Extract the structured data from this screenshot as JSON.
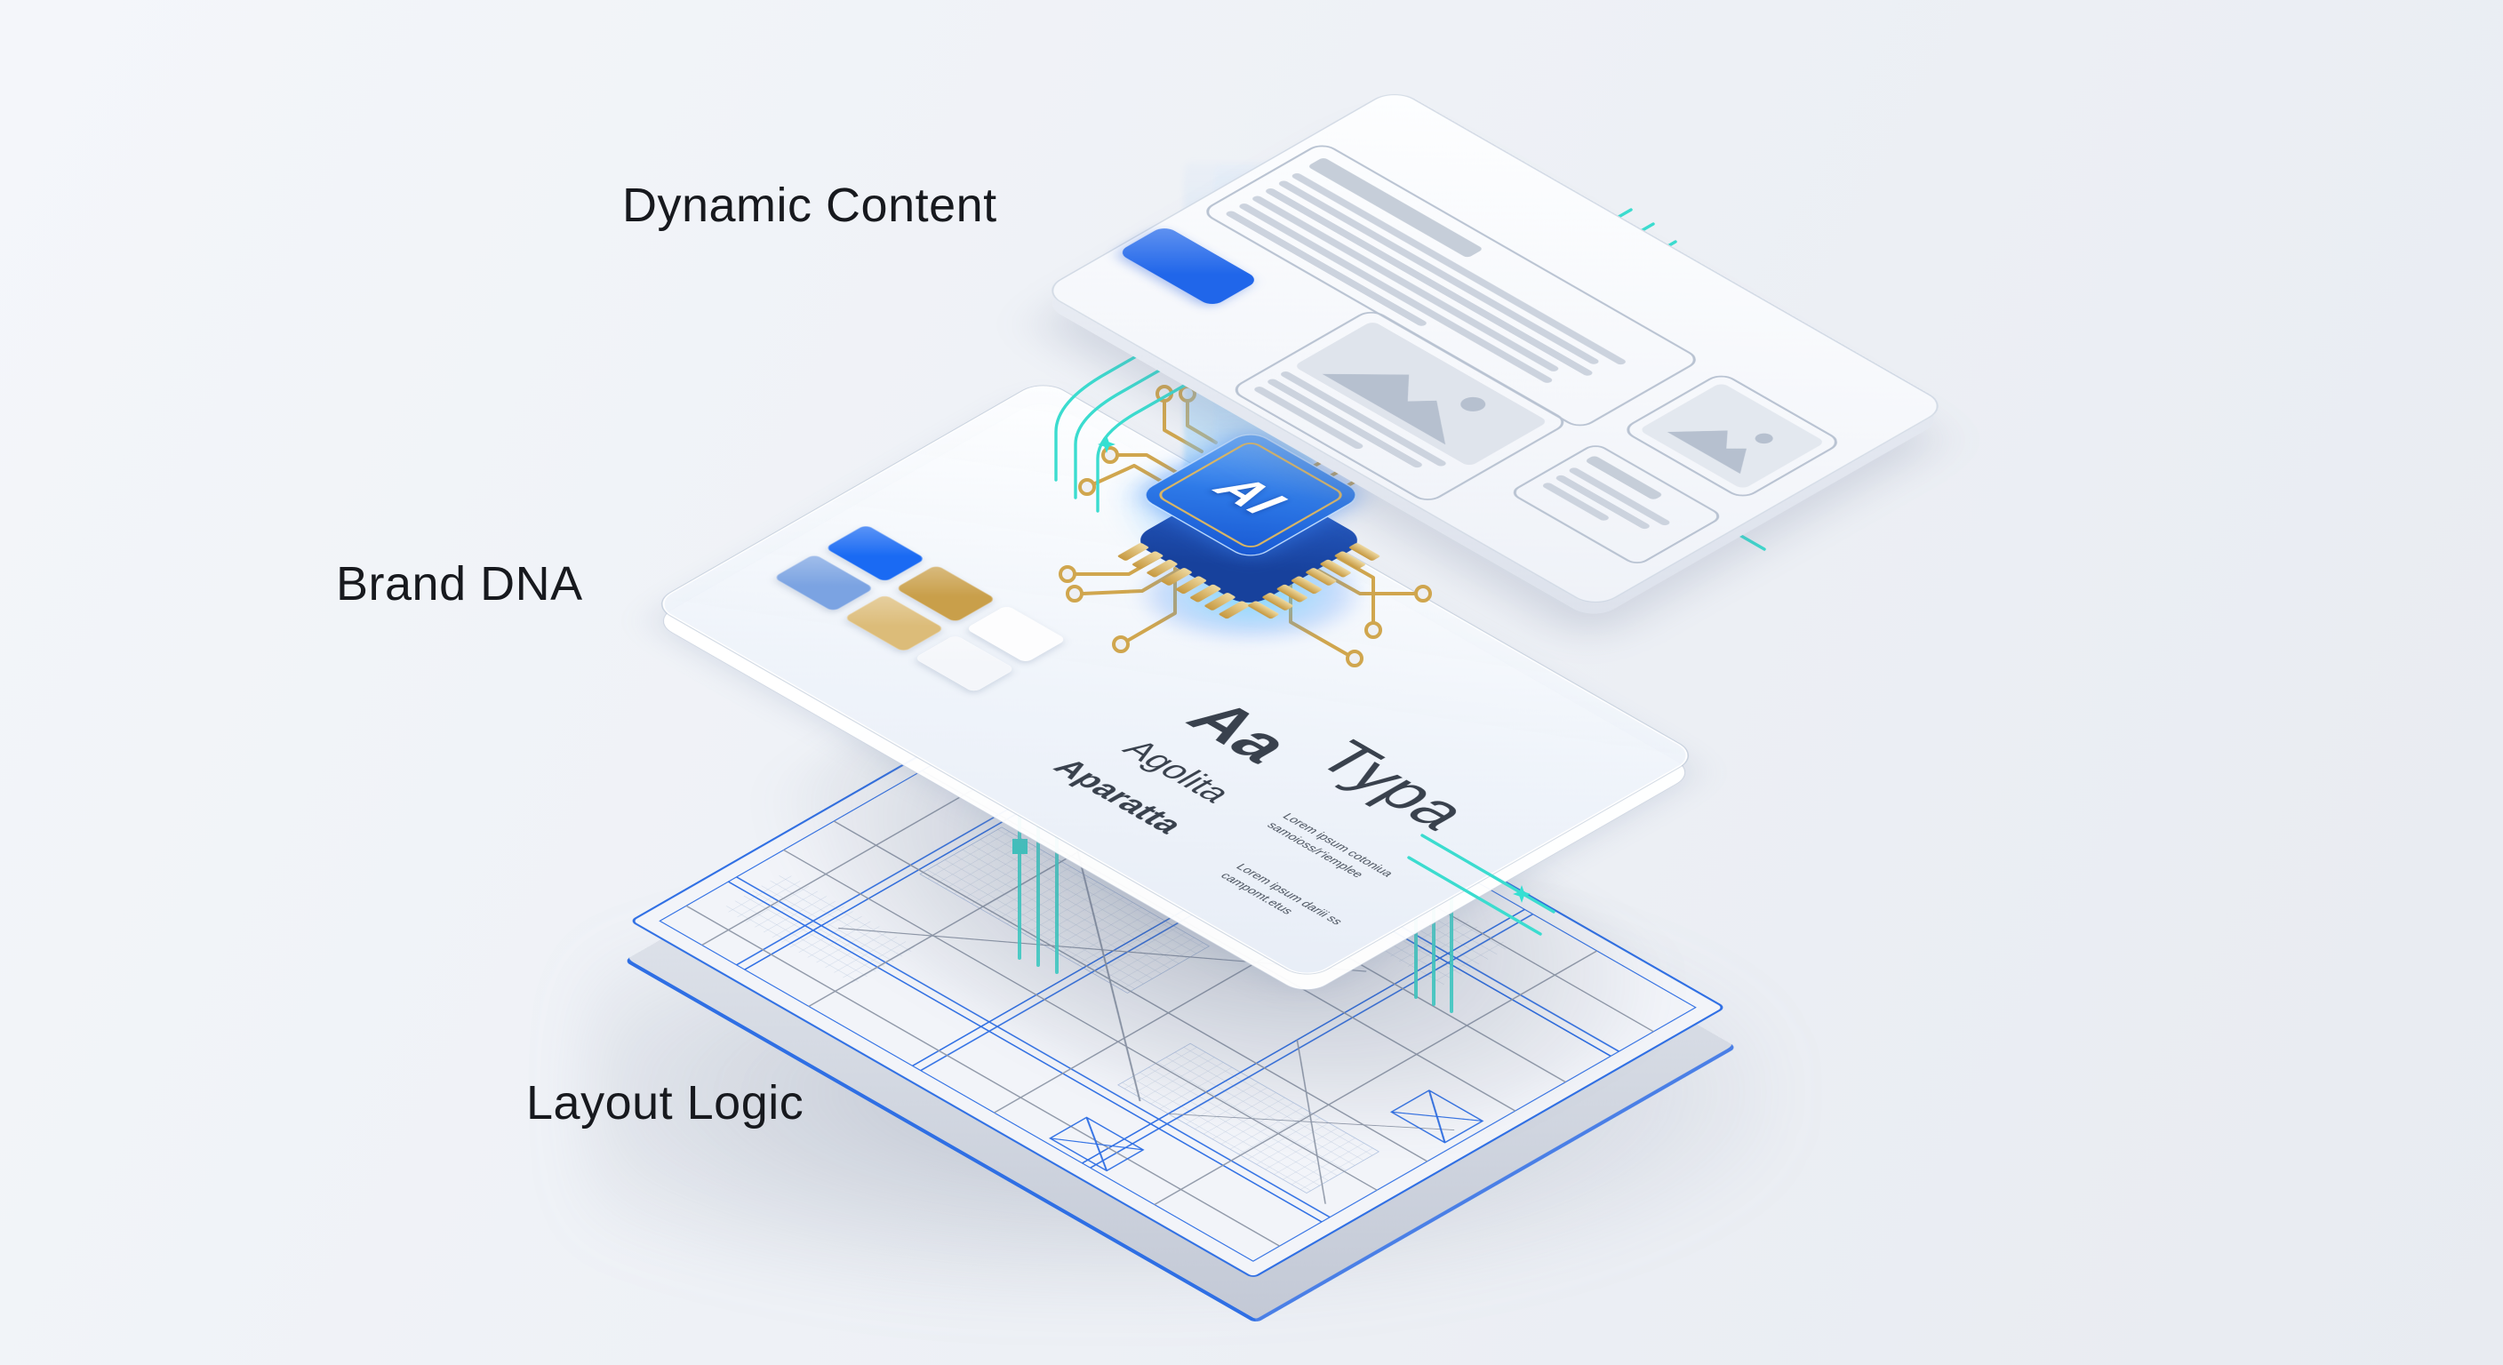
{
  "page": {
    "background": "#eef1f5"
  },
  "labels": {
    "layer1": "Dynamic Content",
    "layer2": "Brand DNA",
    "layer3": "Layout Logic"
  },
  "chip": {
    "label": "AI"
  },
  "brand_card": {
    "typography": {
      "specimen": "Aa",
      "family_sample": "Typa",
      "font_1": "Agolita",
      "font_2": "Aparatta",
      "lorem_a1": "Lorem ipsum cotoniua",
      "lorem_a2": "samoioss/r'iemplee",
      "lorem_b1": "Lorem ipsum dariii ss",
      "lorem_b2": "campomt.etus"
    },
    "swatches": [
      {
        "name": "primary-blue",
        "hex": "#1a6af3"
      },
      {
        "name": "brand-gold",
        "hex": "#c99f4a"
      },
      {
        "name": "white",
        "hex": "#fdfdfe"
      },
      {
        "name": "light-blue",
        "hex": "#7ba3e2"
      },
      {
        "name": "pale-gold",
        "hex": "#dcbc79"
      },
      {
        "name": "off-white",
        "hex": "#f4f6fa"
      }
    ]
  },
  "colors": {
    "accent_blue": "#2f6fe4",
    "button_blue": "#2066ea",
    "chip_blue": "#2e7ae8",
    "circuit_gold": "#d0a64e",
    "circuit_teal": "#3bdccf",
    "wireframe_gray": "#8f98a8",
    "label_text": "#17191e"
  }
}
